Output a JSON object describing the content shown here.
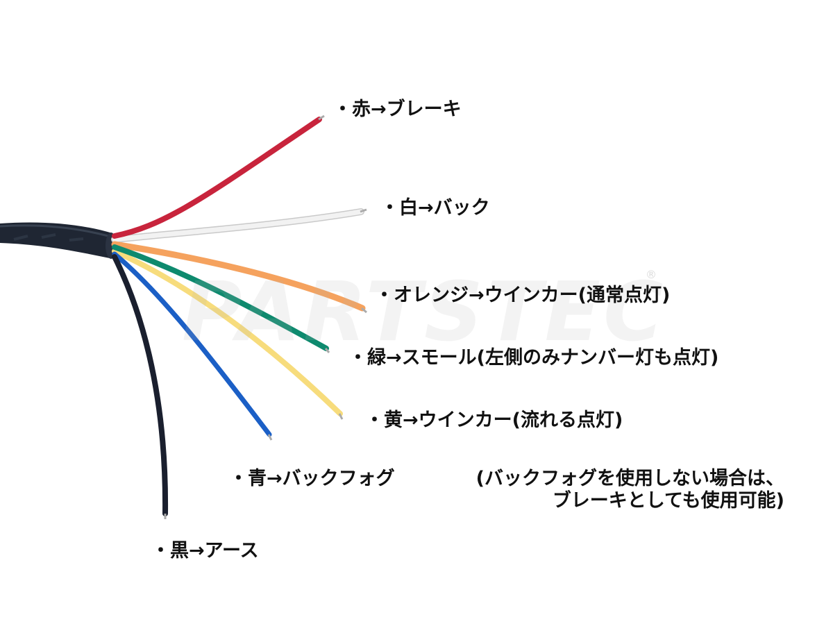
{
  "labels": {
    "red": "・赤→ブレーキ",
    "white": "・白→バック",
    "orange": "・オレンジ→ウインカー(通常点灯)",
    "green": "・緑→スモール(左側のみナンバー灯も点灯)",
    "yellow": "・黄→ウインカー(流れる点灯)",
    "blue": "・青→バックフォグ",
    "blue_note_1": "(バックフォグを使用しない場合は、",
    "blue_note_2": "ブレーキとしても使用可能)",
    "black": "・黒→アース"
  },
  "watermark": "PARTSTEC",
  "watermark_mark": "®",
  "colors": {
    "red": "#c8243c",
    "white": "#e4e4e4",
    "orange": "#f5a25e",
    "green": "#0e8a6e",
    "yellow": "#f7dc7c",
    "blue": "#1b5fc6",
    "black": "#1a1f2e",
    "jacket": "#1f2633",
    "text": "#111111"
  }
}
